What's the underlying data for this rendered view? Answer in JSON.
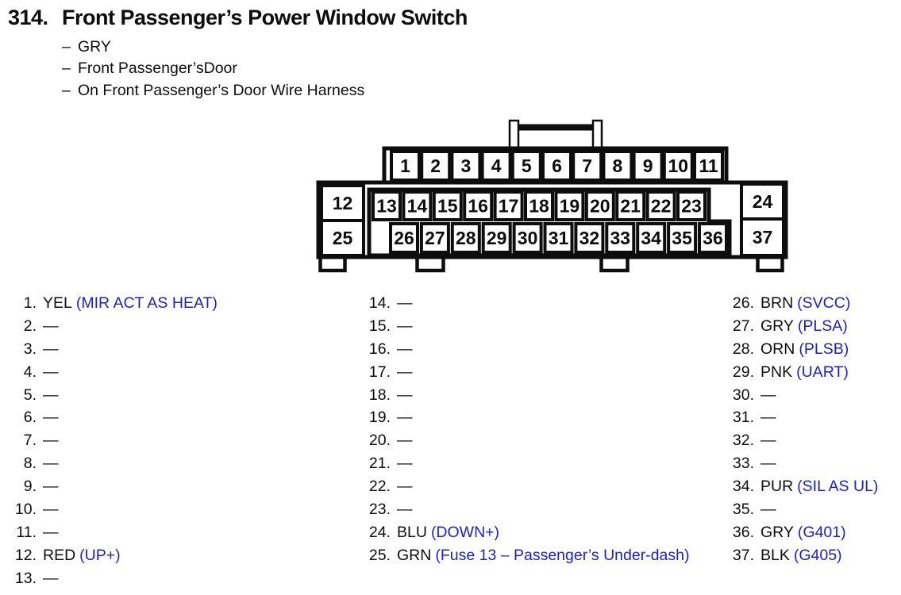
{
  "header": {
    "item_number": "314.",
    "title": "Front Passenger’s Power Window Switch",
    "dash": "–",
    "attributes": [
      "GRY",
      "Front Passenger’sDoor",
      "On Front Passenger’s Door Wire Harness"
    ]
  },
  "colors": {
    "ink": "#0d0d0d",
    "note_blue": "#1f1fc0"
  },
  "connector": {
    "top_row": [
      "1",
      "2",
      "3",
      "4",
      "5",
      "6",
      "7",
      "8",
      "9",
      "10",
      "11"
    ],
    "middle_row": [
      "13",
      "14",
      "15",
      "16",
      "17",
      "18",
      "19",
      "20",
      "21",
      "22",
      "23"
    ],
    "bottom_row": [
      "26",
      "27",
      "28",
      "29",
      "30",
      "31",
      "32",
      "33",
      "34",
      "35",
      "36"
    ],
    "left_column": [
      "12",
      "25"
    ],
    "right_column": [
      "24",
      "37"
    ]
  },
  "pin_list": {
    "columns": [
      {
        "rows": [
          {
            "num": "1.",
            "wire": "YEL",
            "note": "(MIR ACT AS HEAT)"
          },
          {
            "num": "2.",
            "wire": "—",
            "note": ""
          },
          {
            "num": "3.",
            "wire": "—",
            "note": ""
          },
          {
            "num": "4.",
            "wire": "—",
            "note": ""
          },
          {
            "num": "5.",
            "wire": "—",
            "note": ""
          },
          {
            "num": "6.",
            "wire": "—",
            "note": ""
          },
          {
            "num": "7.",
            "wire": "—",
            "note": ""
          },
          {
            "num": "8.",
            "wire": "—",
            "note": ""
          },
          {
            "num": "9.",
            "wire": "—",
            "note": ""
          },
          {
            "num": "10.",
            "wire": "—",
            "note": ""
          },
          {
            "num": "11.",
            "wire": "—",
            "note": ""
          },
          {
            "num": "12.",
            "wire": "RED",
            "note": "(UP+)"
          },
          {
            "num": "13.",
            "wire": "—",
            "note": ""
          }
        ]
      },
      {
        "rows": [
          {
            "num": "14.",
            "wire": "—",
            "note": ""
          },
          {
            "num": "15.",
            "wire": "—",
            "note": ""
          },
          {
            "num": "16.",
            "wire": "—",
            "note": ""
          },
          {
            "num": "17.",
            "wire": "—",
            "note": ""
          },
          {
            "num": "18.",
            "wire": "—",
            "note": ""
          },
          {
            "num": "19.",
            "wire": "—",
            "note": ""
          },
          {
            "num": "20.",
            "wire": "—",
            "note": ""
          },
          {
            "num": "21.",
            "wire": "—",
            "note": ""
          },
          {
            "num": "22.",
            "wire": "—",
            "note": ""
          },
          {
            "num": "23.",
            "wire": "—",
            "note": ""
          },
          {
            "num": "24.",
            "wire": "BLU",
            "note": "(DOWN+)"
          },
          {
            "num": "25.",
            "wire": "GRN",
            "note": "(Fuse 13 – Passenger’s Under-dash)"
          }
        ]
      },
      {
        "rows": [
          {
            "num": "26.",
            "wire": "BRN",
            "note": "(SVCC)"
          },
          {
            "num": "27.",
            "wire": "GRY",
            "note": "(PLSA)"
          },
          {
            "num": "28.",
            "wire": "ORN",
            "note": "(PLSB)"
          },
          {
            "num": "29.",
            "wire": "PNK",
            "note": "(UART)"
          },
          {
            "num": "30.",
            "wire": "—",
            "note": ""
          },
          {
            "num": "31.",
            "wire": "—",
            "note": ""
          },
          {
            "num": "32.",
            "wire": "—",
            "note": ""
          },
          {
            "num": "33.",
            "wire": "—",
            "note": ""
          },
          {
            "num": "34.",
            "wire": "PUR",
            "note": "(SIL AS UL)"
          },
          {
            "num": "35.",
            "wire": "—",
            "note": ""
          },
          {
            "num": "36.",
            "wire": "GRY",
            "note": "(G401)"
          },
          {
            "num": "37.",
            "wire": "BLK",
            "note": "(G405)"
          }
        ]
      }
    ]
  }
}
